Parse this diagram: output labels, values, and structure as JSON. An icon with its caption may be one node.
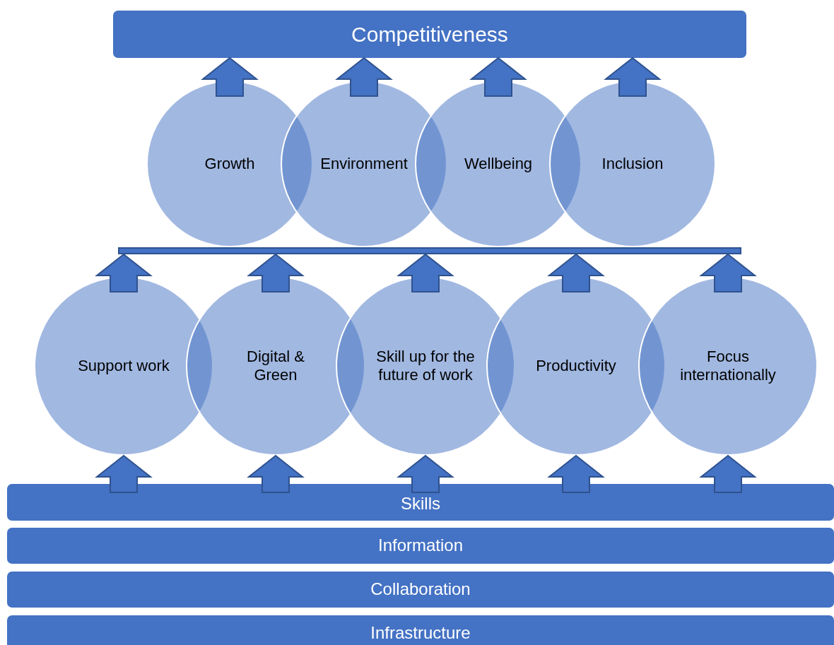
{
  "diagram": {
    "nodes": [
      {
        "text": [
          "Competitiveness"
        ]
      },
      {
        "text": [
          "Growth"
        ]
      },
      {
        "text": [
          "Environment"
        ]
      },
      {
        "text": [
          "Wellbeing"
        ]
      },
      {
        "text": [
          "Inclusion"
        ]
      },
      {
        "text": [],
        "shape": "bar"
      },
      {
        "text": [
          "Support work"
        ]
      },
      {
        "text": [
          "Digital & Green"
        ]
      },
      {
        "text": [
          "Skill up for the future of work"
        ]
      },
      {
        "text": [
          "Productivity"
        ]
      },
      {
        "text": [
          "Focus internationally"
        ]
      },
      {
        "text": [
          "Skills"
        ]
      },
      {
        "text": [
          "Information"
        ]
      },
      {
        "text": [
          "Collaboration"
        ]
      },
      {
        "text": [
          "Infrastructure"
        ]
      }
    ],
    "edges": [
      {
        "from": 1,
        "to": 0,
        "arrow": "to"
      },
      {
        "from": 2,
        "to": 0,
        "arrow": "to"
      },
      {
        "from": 3,
        "to": 0,
        "arrow": "to"
      },
      {
        "from": 4,
        "to": 0,
        "arrow": "to"
      },
      {
        "from": 6,
        "to": 5,
        "arrow": "to"
      },
      {
        "from": 7,
        "to": 5,
        "arrow": "to"
      },
      {
        "from": 8,
        "to": 5,
        "arrow": "to"
      },
      {
        "from": 9,
        "to": 5,
        "arrow": "to"
      },
      {
        "from": 10,
        "to": 5,
        "arrow": "to"
      },
      {
        "from": 11,
        "to": 6,
        "arrow": "to"
      },
      {
        "from": 11,
        "to": 7,
        "arrow": "to"
      },
      {
        "from": 11,
        "to": 8,
        "arrow": "to"
      },
      {
        "from": 11,
        "to": 9,
        "arrow": "to"
      },
      {
        "from": 11,
        "to": 10,
        "arrow": "to"
      }
    ]
  }
}
